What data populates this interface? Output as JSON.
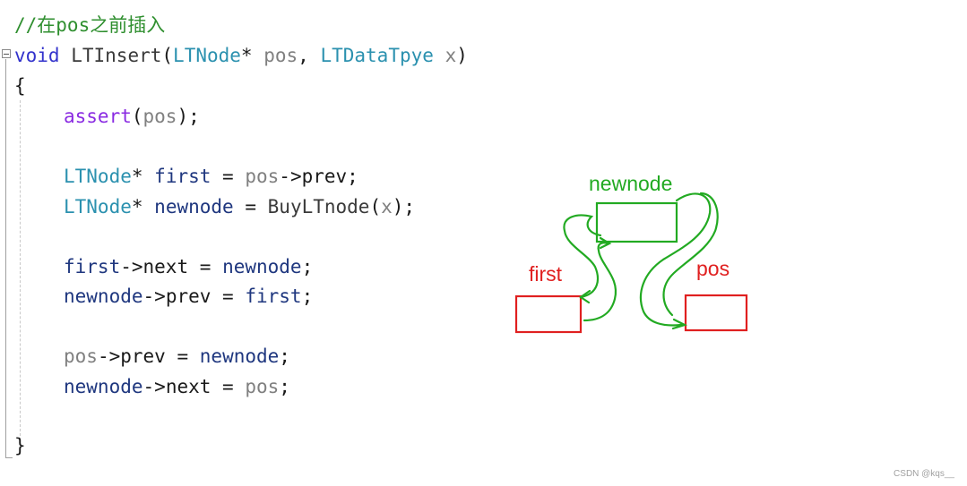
{
  "code": {
    "comment": "//在pos之前插入",
    "signature": {
      "return_type": "void",
      "function_name": "LTInsert",
      "open_paren": "(",
      "param1_type": "LTNode",
      "param1_star": "*",
      "param1_name": "pos",
      "comma": ",",
      "param2_type": "LTDataTpye",
      "param2_name": "x",
      "close_paren": ")"
    },
    "open_brace": "{",
    "close_brace": "}",
    "assert_stmt": {
      "macro": "assert",
      "open": "(",
      "arg": "pos",
      "close": ");"
    },
    "first_decl": {
      "type": "LTNode",
      "star": "*",
      "name": "first",
      "eq": "=",
      "obj": "pos",
      "arrow": "->",
      "member": "prev",
      "semi": ";"
    },
    "newnode_decl": {
      "type": "LTNode",
      "star": "*",
      "name": "newnode",
      "eq": "=",
      "fn": "BuyLTnode",
      "open": "(",
      "arg": "x",
      "close": ");"
    },
    "stmt1": {
      "obj": "first",
      "arrow": "->",
      "member": "next",
      "eq": "=",
      "value": "newnode",
      "semi": ";"
    },
    "stmt2": {
      "obj": "newnode",
      "arrow": "->",
      "member": "prev",
      "eq": "=",
      "value": "first",
      "semi": ";"
    },
    "stmt3": {
      "obj": "pos",
      "arrow": "->",
      "member": "prev",
      "eq": "=",
      "value": "newnode",
      "semi": ";"
    },
    "stmt4": {
      "obj": "newnode",
      "arrow": "->",
      "member": "next",
      "eq": "=",
      "value": "pos",
      "semi": ";"
    }
  },
  "diagram": {
    "labels": {
      "newnode": "newnode",
      "first": "first",
      "pos": "pos"
    },
    "colors": {
      "newnode": "#22aa22",
      "first": "#e02020",
      "pos": "#e02020"
    }
  },
  "watermark": "CSDN @kqs__"
}
